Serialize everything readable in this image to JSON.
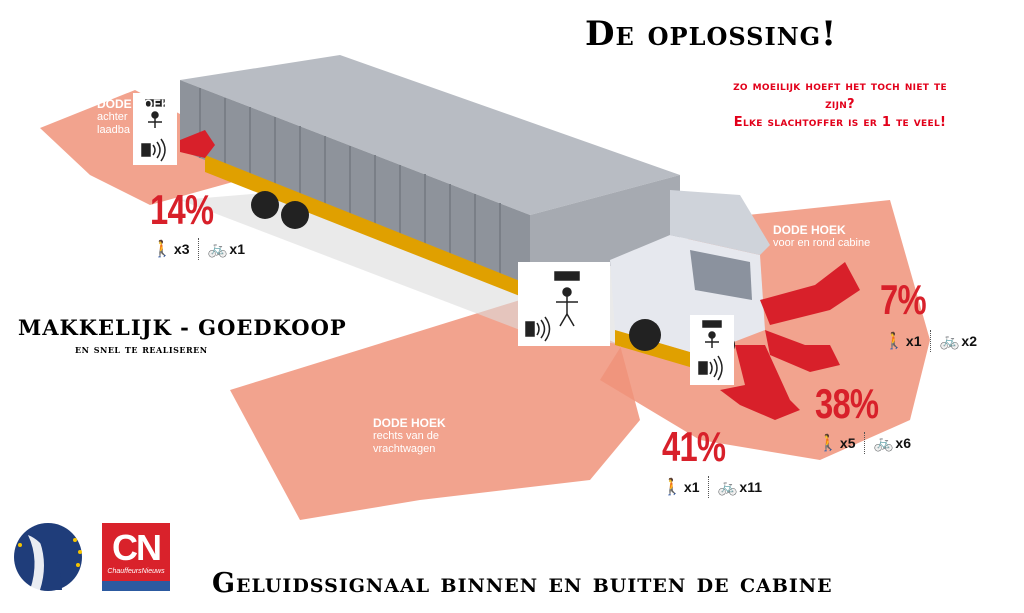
{
  "title": "De oplossing!",
  "note": {
    "line1": "zo moeilijk hoeft het toch niet te",
    "line2": "zijn?",
    "line3": "Elke slachtoffer is er 1 te veel!"
  },
  "caption": {
    "main": "MAKKELIJK - GOEDKOOP",
    "sub": "en snel te realiseren"
  },
  "footer": "Geluidssignaal binnen en buiten de cabine",
  "zones": {
    "rear": {
      "title": "DODE HOEK",
      "desc1": "achter",
      "desc2": "laadba"
    },
    "front": {
      "title": "DODE HOEK",
      "desc1": "voor en rond cabine"
    },
    "right": {
      "title": "DODE HOEK",
      "desc1": "rechts van de",
      "desc2": "vrachtwagen"
    }
  },
  "stats": [
    {
      "pct": "14%",
      "pedestrians": "x3",
      "cyclists": "x1"
    },
    {
      "pct": "7%",
      "pedestrians": "x1",
      "cyclists": "x2"
    },
    {
      "pct": "38%",
      "pedestrians": "x5",
      "cyclists": "x6"
    },
    {
      "pct": "41%",
      "pedestrians": "x1",
      "cyclists": "x11"
    }
  ],
  "logo": {
    "initials": "CN",
    "name": "ChauffeursNieuws"
  },
  "icons": {
    "pedestrian": "pedestrian-icon",
    "cyclist": "cyclist-icon",
    "sensor": "sensor-icon",
    "speaker": "speaker-icon"
  },
  "colors": {
    "zone": "#f0937a",
    "arrow": "#d8202a",
    "note": "#e2001a",
    "container": "#9a9ea6",
    "chassis": "#e0a000"
  }
}
